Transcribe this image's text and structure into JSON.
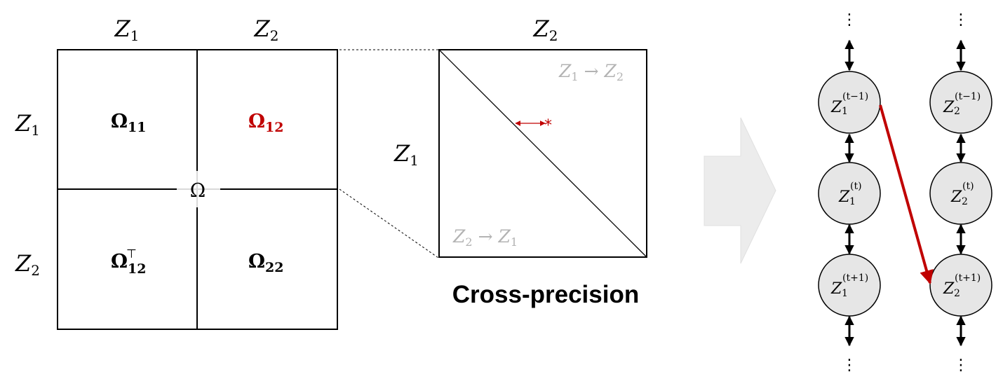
{
  "colors": {
    "accent": "#c00000",
    "grey_text": "#b3b3b3",
    "node_fill": "#e6e6e6",
    "block_arrow": "#ececec"
  },
  "matrix": {
    "col_labels": [
      {
        "base": "Z",
        "sub": "1"
      },
      {
        "base": "Z",
        "sub": "2"
      }
    ],
    "row_labels": [
      {
        "base": "Z",
        "sub": "1"
      },
      {
        "base": "Z",
        "sub": "2"
      }
    ],
    "blocks": [
      {
        "base": "Ω",
        "sub": "11",
        "sup": ""
      },
      {
        "base": "Ω",
        "sub": "12",
        "sup": ""
      },
      {
        "base": "Ω",
        "sub": "12",
        "sup": "⊤"
      },
      {
        "base": "Ω",
        "sub": "22",
        "sup": ""
      }
    ],
    "center_label": "Ω"
  },
  "zoom": {
    "top_label": {
      "base": "Z",
      "sub": "2"
    },
    "left_label": {
      "base": "Z",
      "sub": "1"
    },
    "upper_note": {
      "a": "Z",
      "a_sub": "1",
      "arrow": "→",
      "b": "Z",
      "b_sub": "2"
    },
    "lower_note": {
      "a": "Z",
      "a_sub": "2",
      "arrow": "→",
      "b": "Z",
      "b_sub": "1"
    },
    "star": "*",
    "caption": "Cross-precision"
  },
  "chain": {
    "ellipsis": "⋮",
    "nodes": [
      {
        "base": "Z",
        "sup": "(t−1)",
        "sub": "1"
      },
      {
        "base": "Z",
        "sup": "(t)",
        "sub": "1"
      },
      {
        "base": "Z",
        "sup": "(t+1)",
        "sub": "1"
      },
      {
        "base": "Z",
        "sup": "(t−1)",
        "sub": "2"
      },
      {
        "base": "Z",
        "sup": "(t)",
        "sub": "2"
      },
      {
        "base": "Z",
        "sup": "(t+1)",
        "sub": "2"
      }
    ]
  }
}
